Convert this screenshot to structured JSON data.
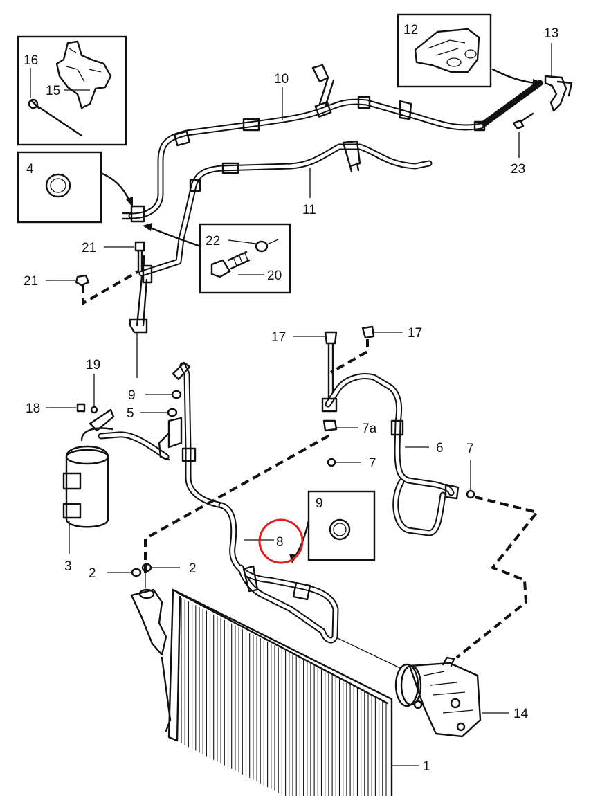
{
  "diagram": {
    "labels": {
      "p1": "1",
      "p2a": "2",
      "p2b": "2",
      "p3": "3",
      "p4": "4",
      "p5": "5",
      "p6": "6",
      "p7a": "7",
      "p7b": "7",
      "p7a_label": "7a",
      "p8": "8",
      "p9a": "9",
      "p9b": "9",
      "p10": "10",
      "p11": "11",
      "p12": "12",
      "p13": "13",
      "p14": "14",
      "p15": "15",
      "p16": "16",
      "p17a": "17",
      "p17b": "17",
      "p18": "18",
      "p19": "19",
      "p20": "20",
      "p21a": "21",
      "p21b": "21",
      "p22": "22",
      "p23": "23"
    },
    "highlight_color": "#e02020",
    "line_color": "#111111",
    "highlighted_part": "8"
  }
}
